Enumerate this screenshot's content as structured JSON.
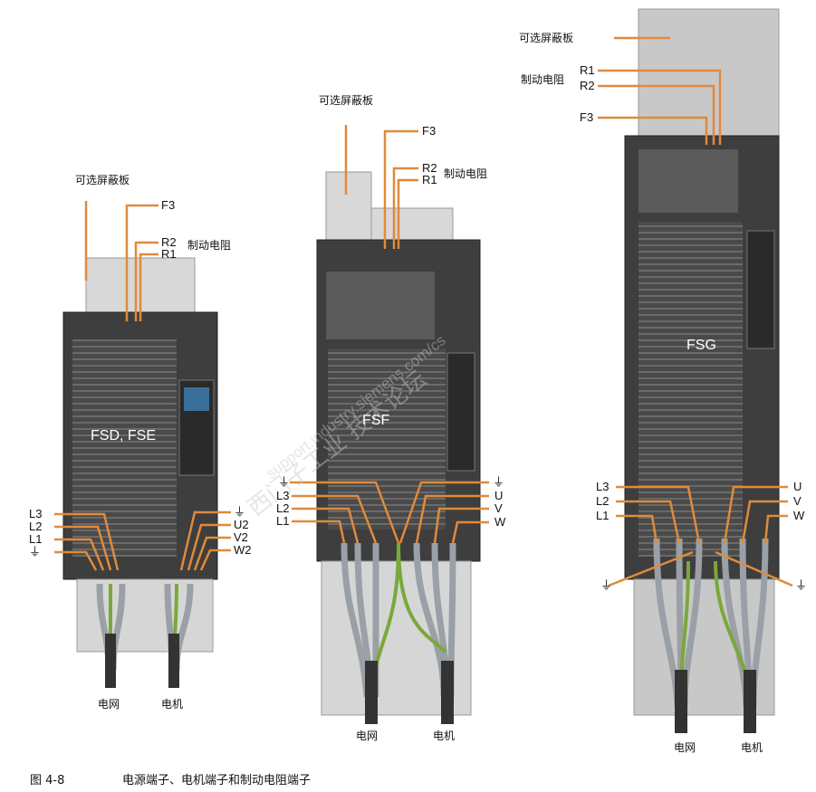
{
  "figure": {
    "caption_number": "图 4-8",
    "caption_text": "电源端子、电机端子和制动电阻端子",
    "accent_color": "#e08a3c"
  },
  "watermark": {
    "text_cn": "西门子工业 技术论坛",
    "text_url": "support.industry.siemens.com/cs"
  },
  "devices": [
    {
      "model": "FSD, FSE",
      "shield_label": "可选屏蔽板",
      "brake_label": "制动电阻",
      "top_terminals": [
        "F3",
        "R2",
        "R1"
      ],
      "left_terminals": [
        "L3",
        "L2",
        "L1",
        "⏚"
      ],
      "right_terminals": [
        "⏚",
        "U2",
        "V2",
        "W2"
      ],
      "cable_labels": [
        "电网",
        "电机"
      ]
    },
    {
      "model": "FSF",
      "shield_label": "可选屏蔽板",
      "brake_label": "制动电阻",
      "top_terminals": [
        "F3",
        "R2",
        "R1"
      ],
      "left_terminals": [
        "⏚",
        "L3",
        "L2",
        "L1"
      ],
      "right_terminals": [
        "⏚",
        "U",
        "V",
        "W"
      ],
      "cable_labels": [
        "电网",
        "电机"
      ]
    },
    {
      "model": "FSG",
      "shield_label": "可选屏蔽板",
      "brake_label": "制动电阻",
      "top_terminals": [
        "R1",
        "R2",
        "F3"
      ],
      "left_terminals": [
        "L3",
        "L2",
        "L1"
      ],
      "right_terminals": [
        "U",
        "V",
        "W"
      ],
      "ground_labels": [
        "⏚",
        "⏚"
      ],
      "cable_labels": [
        "电网",
        "电机"
      ]
    }
  ]
}
